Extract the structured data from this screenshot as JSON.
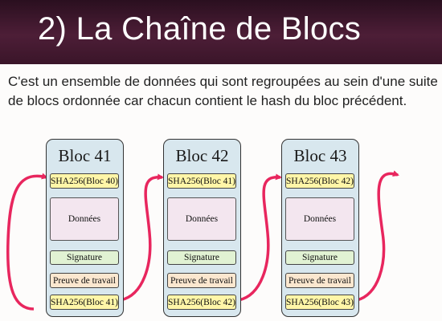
{
  "slide": {
    "title": "2) La Chaîne de Blocs",
    "subtitle": "C'est un ensemble de données qui sont regroupées au sein d'une suite de blocs ordonnée car chacun contient le hash du bloc précédent."
  },
  "colors": {
    "title_bar": "#3d1730",
    "block_fill": "#d8e7ee",
    "hash_fill": "#fff6a8",
    "data_fill": "#f3e6ef",
    "signature_fill": "#e1f2d3",
    "proof_fill": "#fbe7cf",
    "arrow": "#e8265e"
  },
  "blocks": [
    {
      "title": "Bloc 41",
      "prev_hash": "SHA256(Bloc 40)",
      "data": "Données",
      "signature": "Signature",
      "proof": "Preuve de travail",
      "hash": "SHA256(Bloc 41)"
    },
    {
      "title": "Bloc 42",
      "prev_hash": "SHA256(Bloc 41)",
      "data": "Données",
      "signature": "Signature",
      "proof": "Preuve de travail",
      "hash": "SHA256(Bloc 42)"
    },
    {
      "title": "Bloc 43",
      "prev_hash": "SHA256(Bloc 42)",
      "data": "Données",
      "signature": "Signature",
      "proof": "Preuve de travail",
      "hash": "SHA256(Bloc 43)"
    }
  ]
}
